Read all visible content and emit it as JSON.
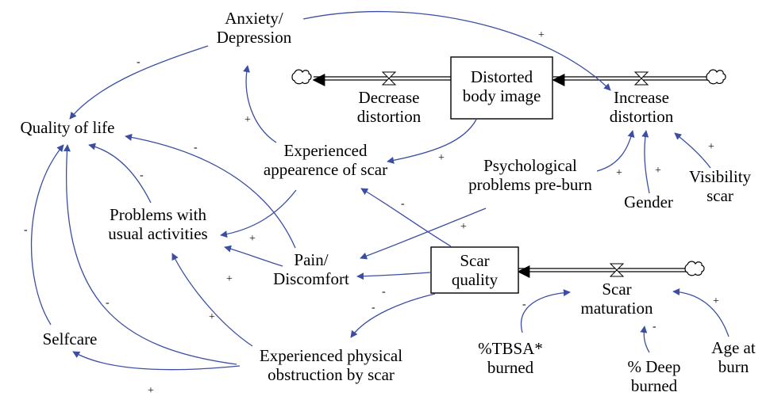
{
  "diagram": {
    "colors": {
      "link": "#3b4ea3",
      "stock_border": "#000000",
      "pipe": "#000000"
    },
    "stocks": {
      "distorted_body_image": "Distorted\nbody image",
      "scar_quality": "Scar\nquality"
    },
    "flows": {
      "decrease_distortion": "Decrease\ndistortion",
      "increase_distortion": "Increase\ndistortion",
      "scar_maturation": "Scar\nmaturation"
    },
    "variables": {
      "anxiety_depression": "Anxiety/\nDepression",
      "quality_of_life": "Quality of life",
      "experienced_appearance": "Experienced\nappearence of scar",
      "psych_problems": "Psychological\nproblems pre-burn",
      "gender": "Gender",
      "visibility_scar": "Visibility\nscar",
      "problems_usual_activities": "Problems with\nusual activities",
      "pain_discomfort": "Pain/\nDiscomfort",
      "selfcare": "Selfcare",
      "experienced_obstruction": "Experienced physical\nobstruction by scar",
      "tbsa_burned": "%TBSA*\nburned",
      "deep_burned": "% Deep\nburned",
      "age_at_burn": "Age at\nburn"
    },
    "polarities": {
      "anxiety_to_qol": "-",
      "appearance_to_anxiety": "+",
      "anxiety_to_increase": "+",
      "distorted_to_appearance": "+",
      "pain_to_qol": "-",
      "activities_to_qol": "-",
      "selfcare_to_qol": "-",
      "obstruction_to_qol": "-",
      "obstruction_to_selfcare": "+",
      "obstruction_to_activities": "+",
      "pain_to_activities": "+",
      "appearance_to_activities": "+",
      "scarq_to_appearance": "-",
      "psych_to_pain": "+",
      "scarq_to_pain": "-",
      "scarq_to_obstruction": "-",
      "psych_to_increase": "+",
      "gender_to_increase": "+",
      "visibility_to_increase": "+",
      "tbsa_to_maturation": "-",
      "deep_to_maturation": "-",
      "age_to_maturation": "+"
    }
  }
}
